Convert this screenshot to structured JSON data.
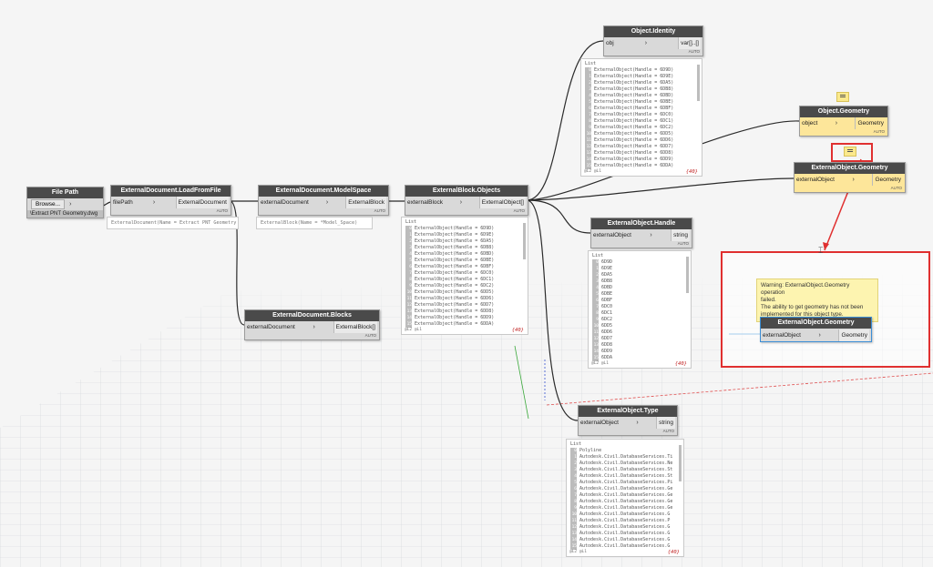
{
  "nodes": {
    "file_path": {
      "title": "File Path",
      "browse_label": "Browse...",
      "path_value": "\\Extract PNT Geometry.dwg"
    },
    "load_from_file": {
      "title": "ExternalDocument.LoadFromFile",
      "input": "filePath",
      "output": "ExternalDocument",
      "lacing": "AUTO",
      "preview": "ExternalDocument(Name = Extract PNT Geometry"
    },
    "model_space": {
      "title": "ExternalDocument.ModelSpace",
      "input": "externalDocument",
      "output": "ExternalBlock",
      "lacing": "AUTO",
      "preview": "ExternalBlock(Name = *Model_Space)"
    },
    "blocks": {
      "title": "ExternalDocument.Blocks",
      "input": "externalDocument",
      "output": "ExternalBlock[]",
      "lacing": "AUTO"
    },
    "block_objects": {
      "title": "ExternalBlock.Objects",
      "input": "externalBlock",
      "output": "ExternalObject[]",
      "lacing": "AUTO",
      "list_label": "List",
      "items": [
        {
          "i": "0",
          "v": "ExternalObject(Handle = 6D9D)"
        },
        {
          "i": "1",
          "v": "ExternalObject(Handle = 6D9E)"
        },
        {
          "i": "2",
          "v": "ExternalObject(Handle = 6DA5)"
        },
        {
          "i": "3",
          "v": "ExternalObject(Handle = 6DB8)"
        },
        {
          "i": "4",
          "v": "ExternalObject(Handle = 6DBD)"
        },
        {
          "i": "5",
          "v": "ExternalObject(Handle = 6DBE)"
        },
        {
          "i": "6",
          "v": "ExternalObject(Handle = 6DBF)"
        },
        {
          "i": "7",
          "v": "ExternalObject(Handle = 6DC0)"
        },
        {
          "i": "8",
          "v": "ExternalObject(Handle = 6DC1)"
        },
        {
          "i": "9",
          "v": "ExternalObject(Handle = 6DC2)"
        },
        {
          "i": "10",
          "v": "ExternalObject(Handle = 6DD5)"
        },
        {
          "i": "11",
          "v": "ExternalObject(Handle = 6DD6)"
        },
        {
          "i": "12",
          "v": "ExternalObject(Handle = 6DD7)"
        },
        {
          "i": "13",
          "v": "ExternalObject(Handle = 6DD8)"
        },
        {
          "i": "14",
          "v": "ExternalObject(Handle = 6DD9)"
        },
        {
          "i": "15",
          "v": "ExternalObject(Handle = 6DDA)"
        }
      ],
      "footer": "@L2 @L1",
      "count": "{40}"
    },
    "identity": {
      "title": "Object.Identity",
      "input": "obj",
      "output": "var[]..[]",
      "lacing": "AUTO",
      "list_label": "List",
      "items": [
        {
          "i": "0",
          "v": "ExternalObject(Handle = 6D9D)"
        },
        {
          "i": "1",
          "v": "ExternalObject(Handle = 6D9E)"
        },
        {
          "i": "2",
          "v": "ExternalObject(Handle = 6DA5)"
        },
        {
          "i": "3",
          "v": "ExternalObject(Handle = 6DB8)"
        },
        {
          "i": "4",
          "v": "ExternalObject(Handle = 6DBD)"
        },
        {
          "i": "5",
          "v": "ExternalObject(Handle = 6DBE)"
        },
        {
          "i": "6",
          "v": "ExternalObject(Handle = 6DBF)"
        },
        {
          "i": "7",
          "v": "ExternalObject(Handle = 6DC0)"
        },
        {
          "i": "8",
          "v": "ExternalObject(Handle = 6DC1)"
        },
        {
          "i": "9",
          "v": "ExternalObject(Handle = 6DC2)"
        },
        {
          "i": "10",
          "v": "ExternalObject(Handle = 6DD5)"
        },
        {
          "i": "11",
          "v": "ExternalObject(Handle = 6DD6)"
        },
        {
          "i": "12",
          "v": "ExternalObject(Handle = 6DD7)"
        },
        {
          "i": "13",
          "v": "ExternalObject(Handle = 6DD8)"
        },
        {
          "i": "14",
          "v": "ExternalObject(Handle = 6DD9)"
        },
        {
          "i": "15",
          "v": "ExternalObject(Handle = 6DDA)"
        }
      ],
      "footer": "@L2 @L1",
      "count": "{40}"
    },
    "obj_geometry": {
      "title": "Object.Geometry",
      "input": "object",
      "output": "Geometry",
      "lacing": "AUTO"
    },
    "ext_geometry": {
      "title": "ExternalObject.Geometry",
      "input": "externalObject",
      "output": "Geometry",
      "lacing": "AUTO"
    },
    "handle": {
      "title": "ExternalObject.Handle",
      "input": "externalObject",
      "output": "string",
      "lacing": "AUTO",
      "list_label": "List",
      "items": [
        {
          "i": "0",
          "v": "6D9D"
        },
        {
          "i": "1",
          "v": "6D9E"
        },
        {
          "i": "2",
          "v": "6DA5"
        },
        {
          "i": "3",
          "v": "6DB8"
        },
        {
          "i": "4",
          "v": "6DBD"
        },
        {
          "i": "5",
          "v": "6DBE"
        },
        {
          "i": "6",
          "v": "6DBF"
        },
        {
          "i": "7",
          "v": "6DC0"
        },
        {
          "i": "8",
          "v": "6DC1"
        },
        {
          "i": "9",
          "v": "6DC2"
        },
        {
          "i": "10",
          "v": "6DD5"
        },
        {
          "i": "11",
          "v": "6DD6"
        },
        {
          "i": "12",
          "v": "6DD7"
        },
        {
          "i": "13",
          "v": "6DD8"
        },
        {
          "i": "14",
          "v": "6DD9"
        },
        {
          "i": "15",
          "v": "6DDA"
        }
      ],
      "footer": "@L2 @L1",
      "count": "{40}"
    },
    "type": {
      "title": "ExternalObject.Type",
      "input": "externalObject",
      "output": "string",
      "lacing": "AUTO",
      "list_label": "List",
      "items": [
        {
          "i": "0",
          "v": "Polyline"
        },
        {
          "i": "1",
          "v": "Autodesk.Civil.DatabaseServices.Ti"
        },
        {
          "i": "2",
          "v": "Autodesk.Civil.DatabaseServices.Ne"
        },
        {
          "i": "3",
          "v": "Autodesk.Civil.DatabaseServices.St"
        },
        {
          "i": "4",
          "v": "Autodesk.Civil.DatabaseServices.St"
        },
        {
          "i": "5",
          "v": "Autodesk.Civil.DatabaseServices.Pi"
        },
        {
          "i": "6",
          "v": "Autodesk.Civil.DatabaseServices.Ge"
        },
        {
          "i": "7",
          "v": "Autodesk.Civil.DatabaseServices.Ge"
        },
        {
          "i": "8",
          "v": "Autodesk.Civil.DatabaseServices.Ge"
        },
        {
          "i": "9",
          "v": "Autodesk.Civil.DatabaseServices.Ge"
        },
        {
          "i": "10",
          "v": "Autodesk.Civil.DatabaseServices.G"
        },
        {
          "i": "11",
          "v": "Autodesk.Civil.DatabaseServices.P"
        },
        {
          "i": "12",
          "v": "Autodesk.Civil.DatabaseServices.G"
        },
        {
          "i": "13",
          "v": "Autodesk.Civil.DatabaseServices.G"
        },
        {
          "i": "14",
          "v": "Autodesk.Civil.DatabaseServices.G"
        },
        {
          "i": "15",
          "v": "Autodesk.Civil.DatabaseServices.G"
        }
      ],
      "footer": "@L2 @L1",
      "count": "{40}"
    },
    "zoom_geometry": {
      "title": "ExternalObject.Geometry",
      "input": "externalObject",
      "output": "Geometry"
    }
  },
  "warning": {
    "line1": "Warning: ExternalObject.Geometry operation",
    "line2": "failed.",
    "line3": "The ability to get geometry has not been",
    "line4": "implemented for this object type."
  },
  "colors": {
    "highlight": "#e03030",
    "wire": "#2b2b2b",
    "warning_bg": "#fdf4b0",
    "selection": "#3b8ed6"
  }
}
